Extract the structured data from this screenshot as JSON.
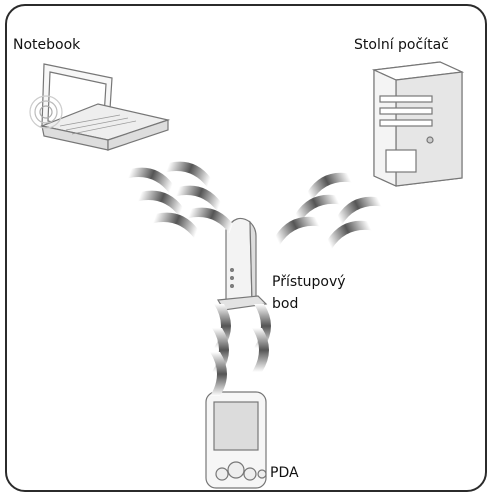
{
  "labels": {
    "notebook": "Notebook",
    "desktop": "Stolní počítač",
    "access_point_line1": "Přístupový",
    "access_point_line2": "bod",
    "pda": "PDA"
  },
  "icons": [
    "notebook-icon",
    "desktop-pc-icon",
    "access-point-icon",
    "pda-icon",
    "wireless-signal-icon"
  ],
  "colors": {
    "line": "#2b2b2b",
    "device": "#8a8a8a",
    "signal": "#6a6a6a",
    "fill": "#f2f2f2"
  }
}
